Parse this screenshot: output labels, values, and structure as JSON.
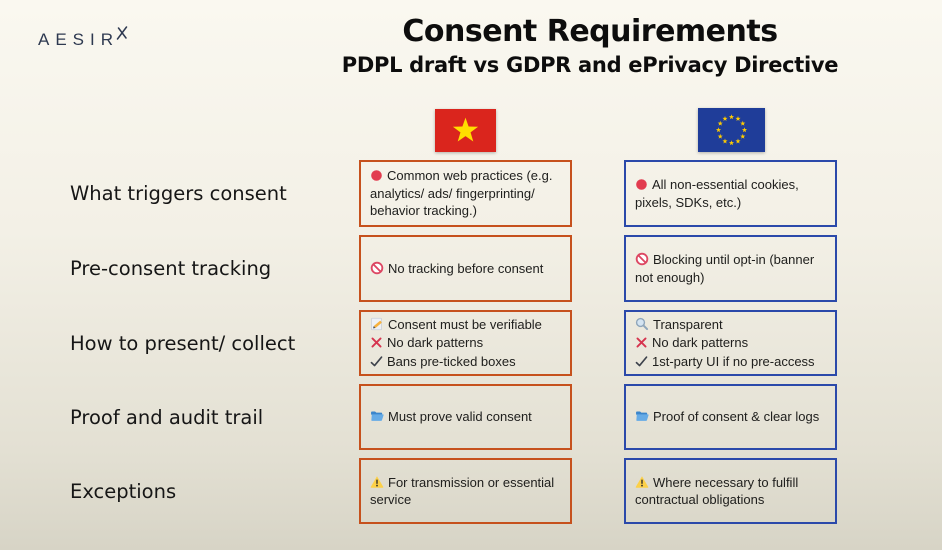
{
  "logo": {
    "text": "AESIR",
    "mark_icon": "x-mark"
  },
  "header": {
    "title": "Consent Requirements",
    "subtitle": "PDPL draft vs GDPR and ePrivacy Directive"
  },
  "columns": {
    "vn": {
      "flag_icon": "vietnam-flag",
      "accent": "#c6511d"
    },
    "eu": {
      "flag_icon": "eu-flag",
      "accent": "#2b49aa"
    }
  },
  "colors": {
    "background_top": "#faf8f0",
    "background_bottom": "#d7d4c6",
    "title_text": "#0d0d0d",
    "logo_text": "#2e3950",
    "box_text": "#20201e"
  },
  "rows": [
    {
      "label": "What triggers consent",
      "vn": {
        "items": [
          {
            "icon": "red-circle",
            "text": "Common web practices (e.g. analytics/ ads/ fingerprinting/ behavior tracking.)"
          }
        ]
      },
      "eu": {
        "items": [
          {
            "icon": "red-circle",
            "text": "All non-essential cookies, pixels, SDKs, etc.)"
          }
        ]
      }
    },
    {
      "label": "Pre-consent tracking",
      "vn": {
        "items": [
          {
            "icon": "prohibited",
            "text": "No tracking before consent"
          }
        ]
      },
      "eu": {
        "items": [
          {
            "icon": "prohibited",
            "text": "Blocking until opt-in (banner not enough)"
          }
        ]
      }
    },
    {
      "label": "How to present/ collect",
      "vn": {
        "items": [
          {
            "icon": "memo",
            "text": "Consent must be verifiable"
          },
          {
            "icon": "cross-mark",
            "text": "No dark patterns"
          },
          {
            "icon": "check-mark",
            "text": "Bans pre-ticked boxes"
          }
        ]
      },
      "eu": {
        "items": [
          {
            "icon": "magnifier",
            "text": "Transparent"
          },
          {
            "icon": "cross-mark",
            "text": "No dark patterns"
          },
          {
            "icon": "check-mark",
            "text": "1st-party UI if no pre-access"
          }
        ]
      }
    },
    {
      "label": "Proof and audit trail",
      "vn": {
        "items": [
          {
            "icon": "open-folder",
            "text": "Must prove valid consent"
          }
        ]
      },
      "eu": {
        "items": [
          {
            "icon": "open-folder",
            "text": "Proof of consent & clear logs"
          }
        ]
      }
    },
    {
      "label": "Exceptions",
      "vn": {
        "items": [
          {
            "icon": "warning",
            "text": "For transmission or essential service"
          }
        ]
      },
      "eu": {
        "items": [
          {
            "icon": "warning",
            "text": "Where necessary to fulfill contractual obligations"
          }
        ]
      }
    }
  ]
}
